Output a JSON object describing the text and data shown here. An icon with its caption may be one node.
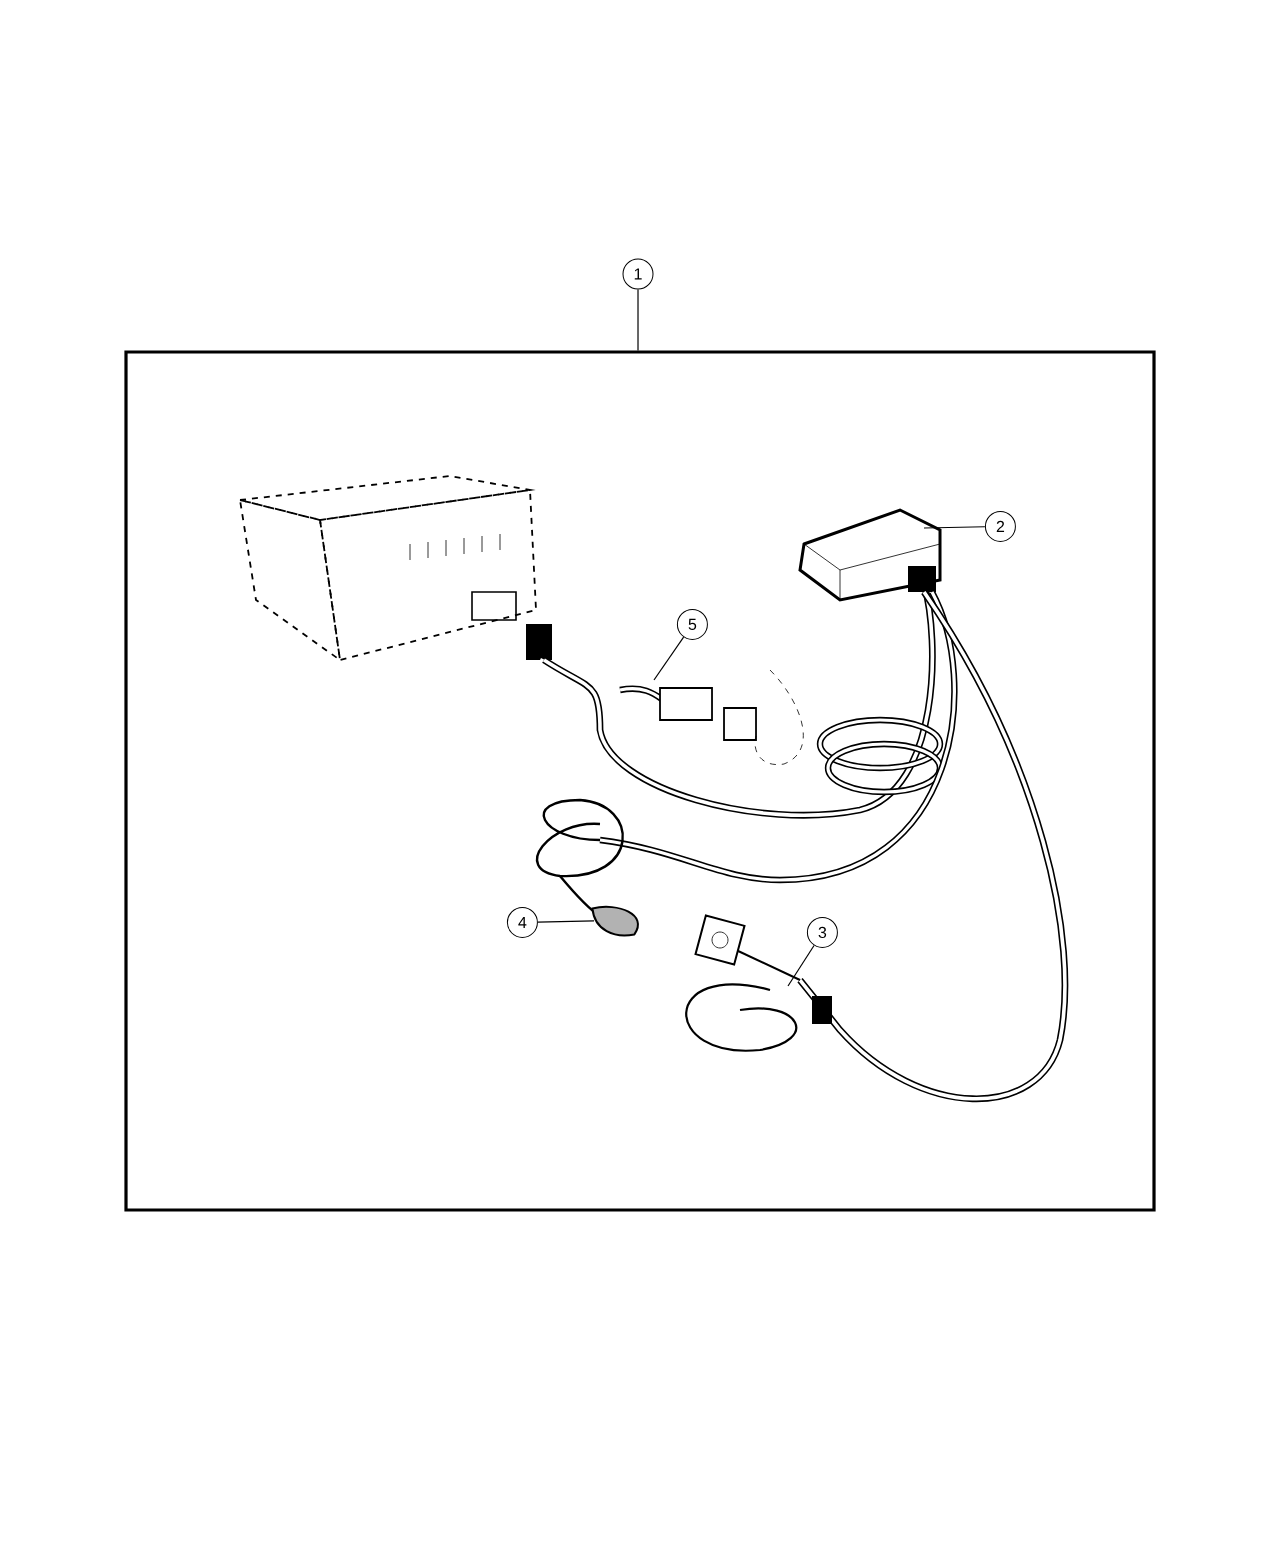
{
  "diagram": {
    "nodes": [
      {
        "text": [
          "1"
        ]
      },
      {
        "text": [],
        "shape": "box"
      },
      {
        "text": [
          "2"
        ],
        "in": 1
      },
      {
        "text": [
          "5"
        ],
        "in": 1
      },
      {
        "text": [
          "4"
        ],
        "in": 1
      },
      {
        "text": [
          "3"
        ],
        "in": 1
      },
      {
        "text": [],
        "shape": "picture",
        "in": 1
      }
    ],
    "edges": [
      {
        "from": 0,
        "to": 1,
        "arrow": "none"
      },
      {
        "from": 2,
        "to": null,
        "arrow": "none"
      },
      {
        "from": 3,
        "to": null,
        "arrow": "none"
      },
      {
        "from": 4,
        "to": 6,
        "arrow": "none"
      },
      {
        "from": 5,
        "to": null,
        "arrow": "none"
      }
    ]
  }
}
